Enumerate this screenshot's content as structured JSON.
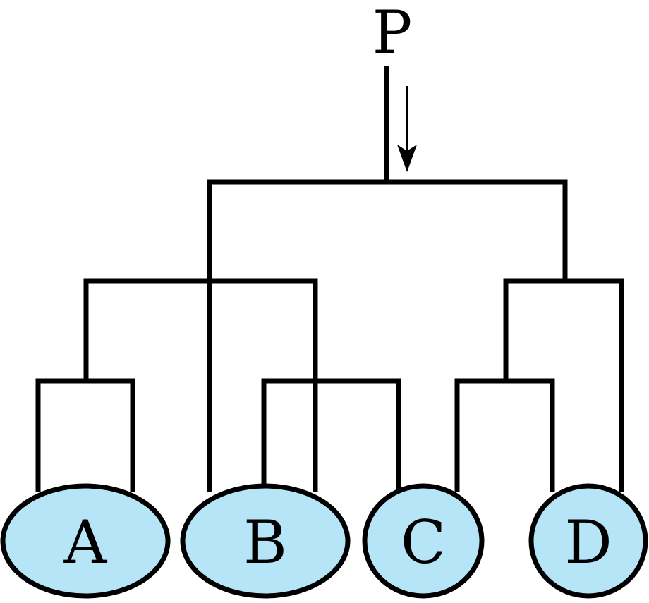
{
  "diagram": {
    "source_label": "P",
    "nodes": [
      {
        "id": "A",
        "label": "A"
      },
      {
        "id": "B",
        "label": "B"
      },
      {
        "id": "C",
        "label": "C"
      },
      {
        "id": "D",
        "label": "D"
      }
    ],
    "colors": {
      "node_fill": "#b6e5f7",
      "stroke": "#000000",
      "background": "#ffffff"
    }
  }
}
